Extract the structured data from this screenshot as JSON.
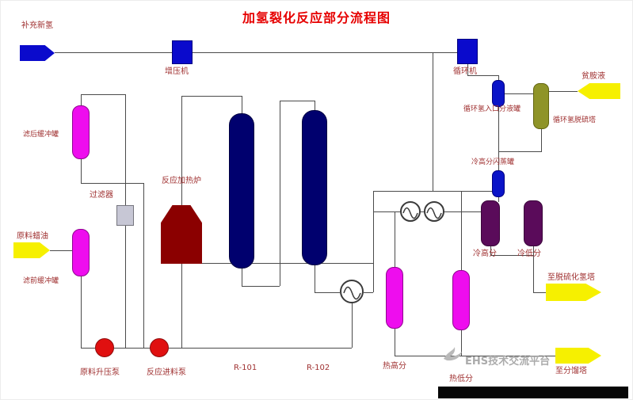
{
  "title": "加氢裂化反应部分流程图",
  "colors": {
    "title_red": "#e60000",
    "label_red": "#a03232",
    "pipe_gray": "#4a4a4a",
    "compressor_blue": "#0a0acc",
    "buffer_magenta": "#ee0dee",
    "reactor_navy": "#00006e",
    "separator_purple": "#5a0b5a",
    "tower_olive": "#8f9428",
    "stream_arrow_yellow": "#f6f000",
    "pump_red": "#e01010",
    "furnace_dark_red": "#8b0000"
  },
  "labels": {
    "makeup_hydrogen": "补充新氢",
    "booster_compressor": "增压机",
    "recycle_compressor": "循环机",
    "recycle_h2_inlet_drum": "循环氢入口分液罐",
    "lean_amine": "贫胺液",
    "recycle_h2_desulfurizer": "循环氢脱硫塔",
    "cold_hp_flash_drum": "冷高分闪蒸罐",
    "cold_hp_separator": "冷高分",
    "cold_lp_separator": "冷低分",
    "post_filter_buffer_drum": "滤后缓冲罐",
    "filter": "过滤器",
    "feed_wax_oil": "原料蜡油",
    "pre_filter_buffer_drum": "滤前缓冲罐",
    "reaction_furnace": "反应加热炉",
    "feed_boost_pump": "原料升压泵",
    "reaction_feed_pump": "反应进料泵",
    "reactor_1": "R-101",
    "reactor_2": "R-102",
    "hot_hp_separator": "热高分",
    "hot_lp_separator": "热低分",
    "to_h2s_stripper": "至脱硫化氢塔",
    "to_fractionator": "至分馏塔",
    "watermark": "EHS技术交流平台"
  }
}
